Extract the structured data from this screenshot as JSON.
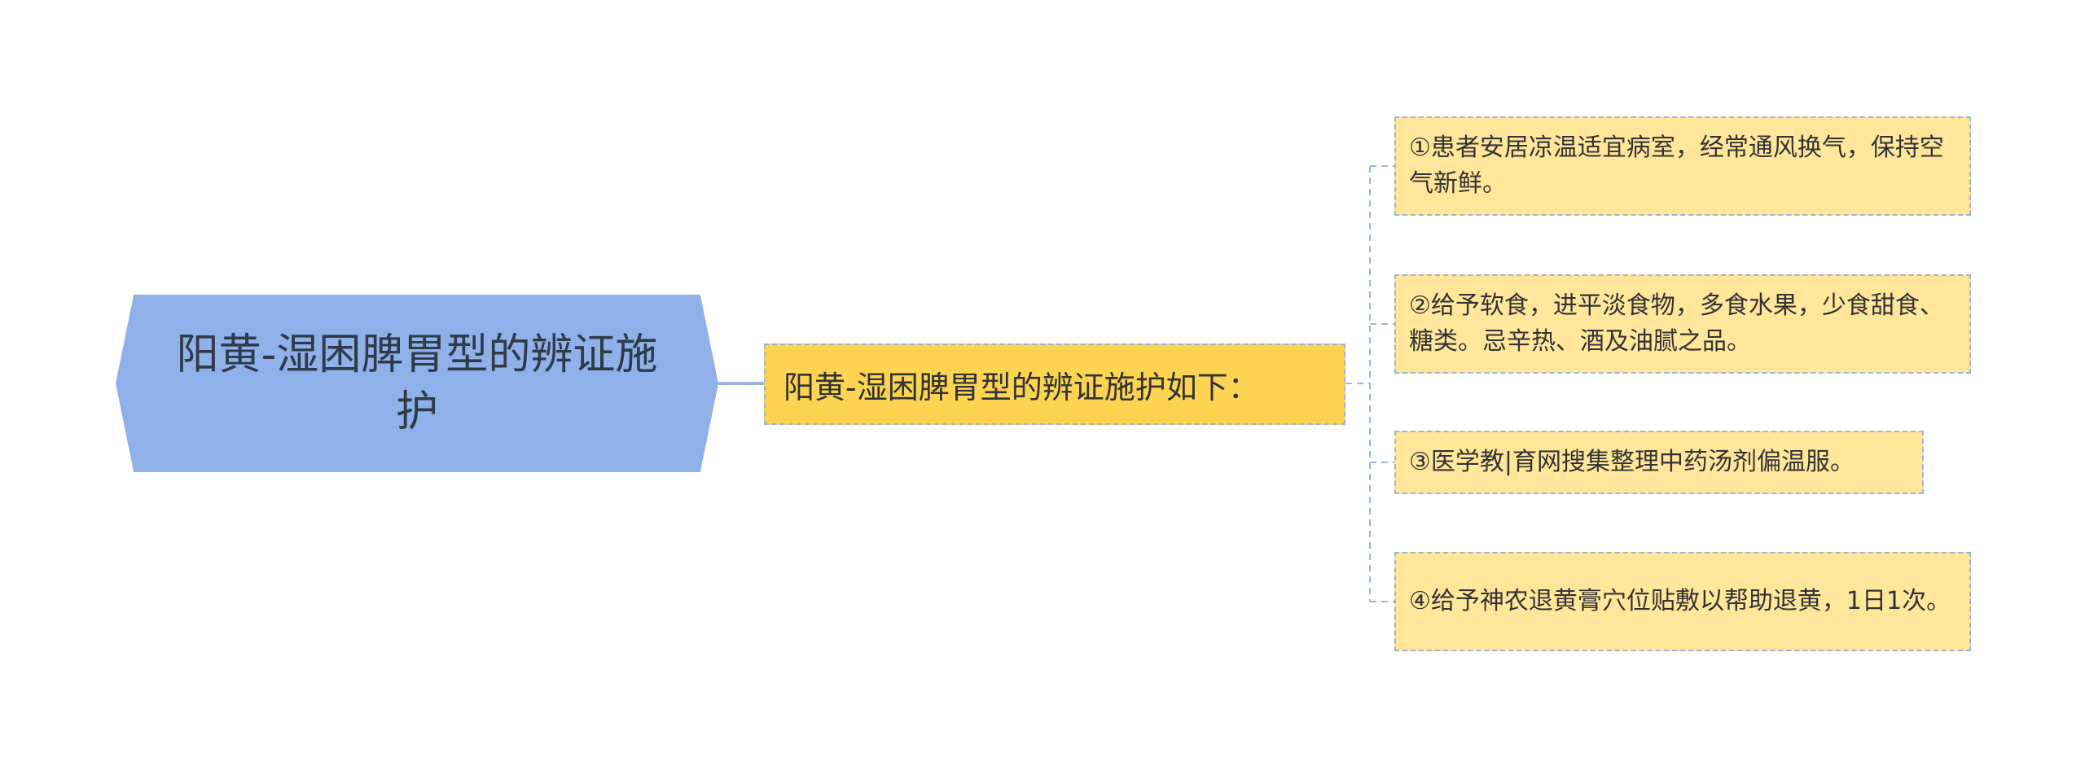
{
  "diagram": {
    "root": {
      "text": "阳黄-湿困脾胃型的辨证施护"
    },
    "branch": {
      "text": "阳黄-湿困脾胃型的辨证施护如下："
    },
    "leaves": [
      {
        "text": "①患者安居凉温适宜病室，经常通风换气，保持空气新鲜。"
      },
      {
        "text": "②给予软食，进平淡食物，多食水果，少食甜食、糖类。忌辛热、酒及油腻之品。"
      },
      {
        "text": "③医学教|育网搜集整理中药汤剂偏温服。"
      },
      {
        "text": "④给予神农退黄膏穴位贴敷以帮助退黄，1日1次。"
      }
    ],
    "colors": {
      "root_fill": "#8fb0e8",
      "branch_fill": "#fdd452",
      "leaf_fill": "#ffe69b",
      "connector": "#9ab6e0"
    }
  }
}
